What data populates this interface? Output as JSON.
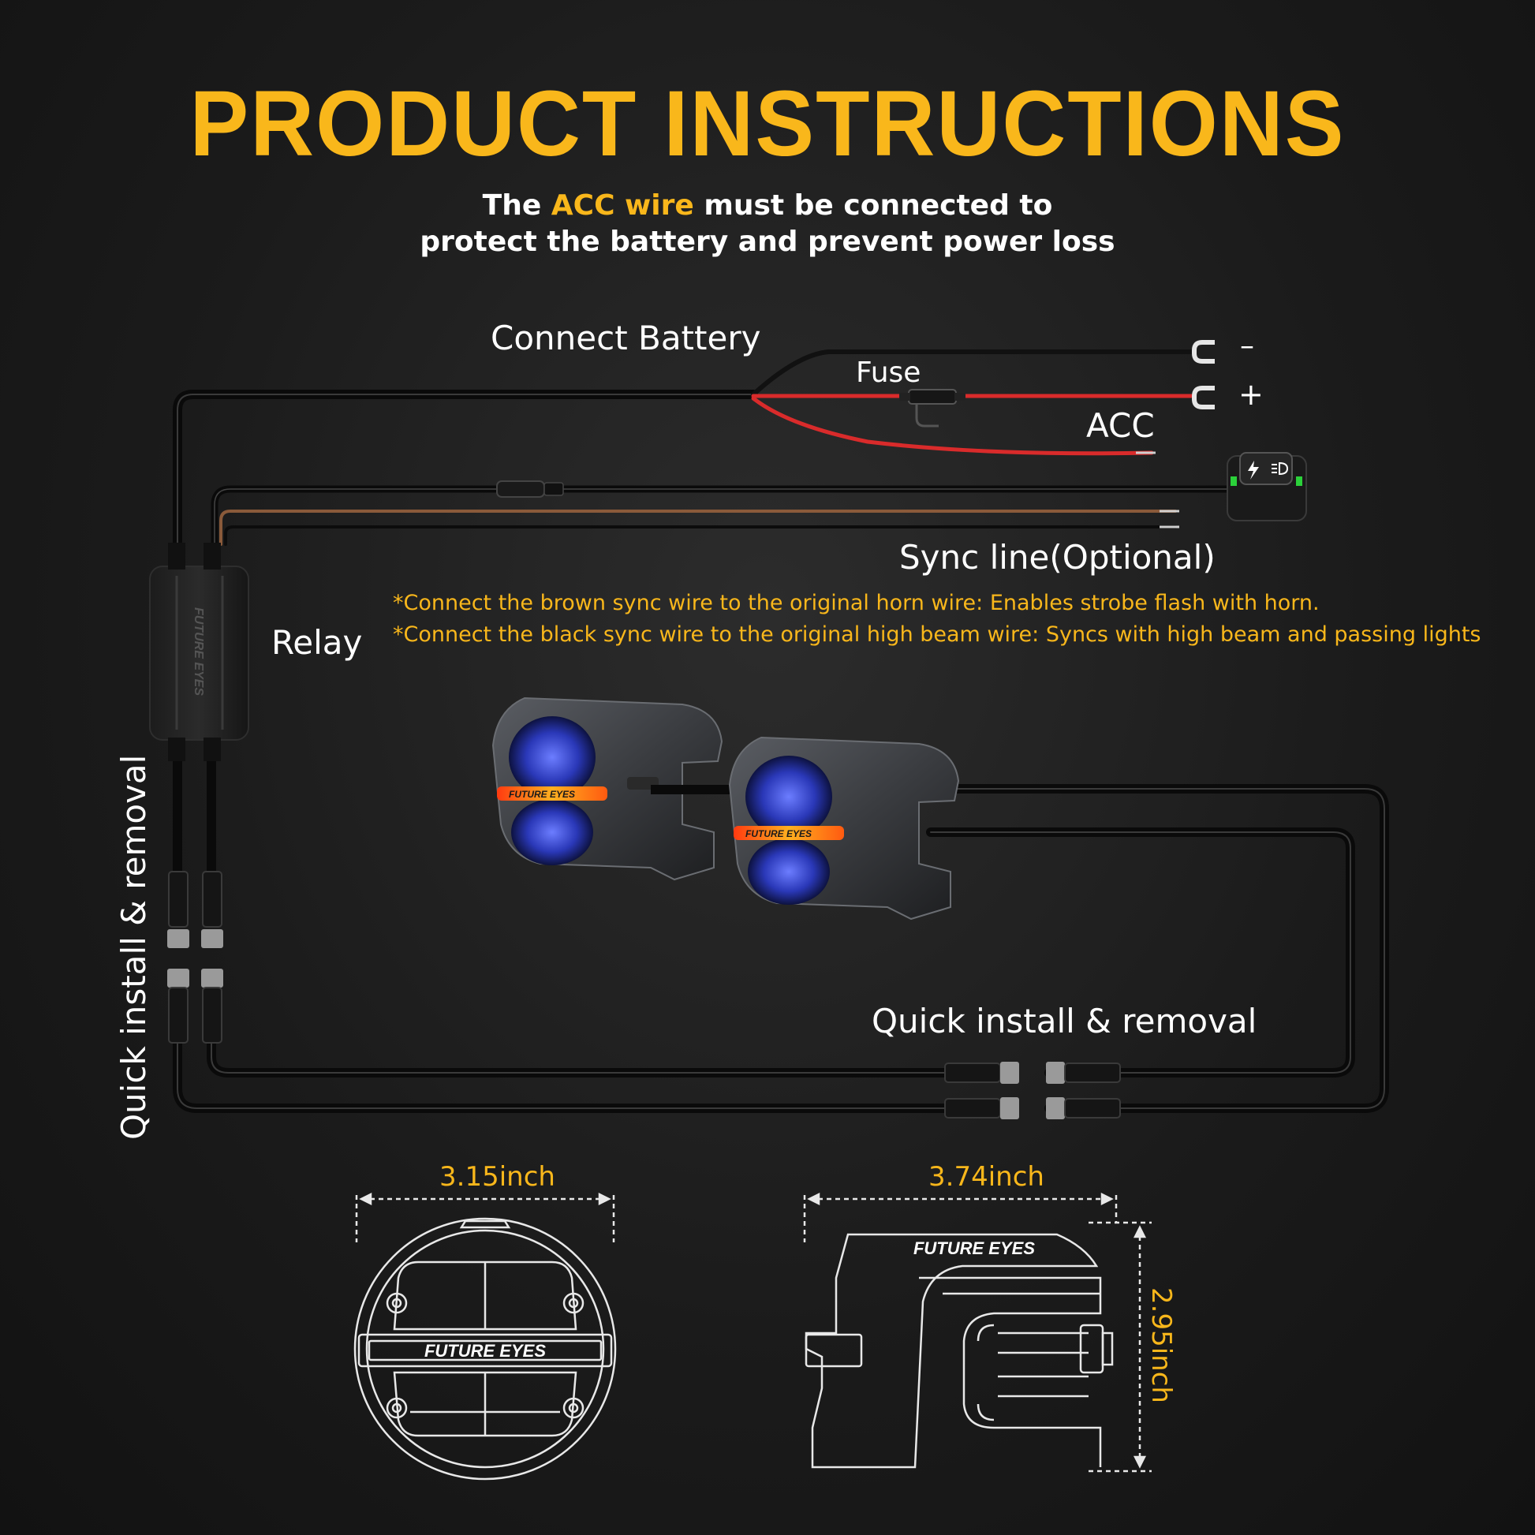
{
  "header": {
    "title": "PRODUCT INSTRUCTIONS",
    "subtitle_line1_pre": "The ",
    "subtitle_highlight": "ACC wire",
    "subtitle_line1_post": " must be connected to",
    "subtitle_line2": "protect the battery and prevent power loss"
  },
  "labels": {
    "connect_battery": "Connect Battery",
    "fuse": "Fuse",
    "acc": "ACC",
    "minus": "–",
    "plus": "+",
    "sync_line": "Sync line(Optional)",
    "relay": "Relay",
    "quick_install_vertical": "Quick install & removal",
    "quick_install_horizontal": "Quick install & removal",
    "relay_brand": "FUTURE EYES",
    "light_brand": "FUTURE EYES"
  },
  "notes": [
    "*Connect the brown sync wire to the original horn wire: Enables strobe flash with horn.",
    "*Connect the black sync wire to the original high beam wire: Syncs with high beam and passing lights"
  ],
  "dimensions": {
    "front_width": "3.15inch",
    "side_width": "3.74inch",
    "side_height": "2.95inch"
  },
  "colors": {
    "accent": "#f9b71b",
    "wire_red": "#d92b2b",
    "wire_brown": "#8a5a3a",
    "switch_led": "#2bd13a",
    "led_amber": "#ff8a1a",
    "lens_blue": "#3a4bd6"
  },
  "icons": {
    "switch": "lightning-icon",
    "switch_headlight": "headlight-icon"
  }
}
